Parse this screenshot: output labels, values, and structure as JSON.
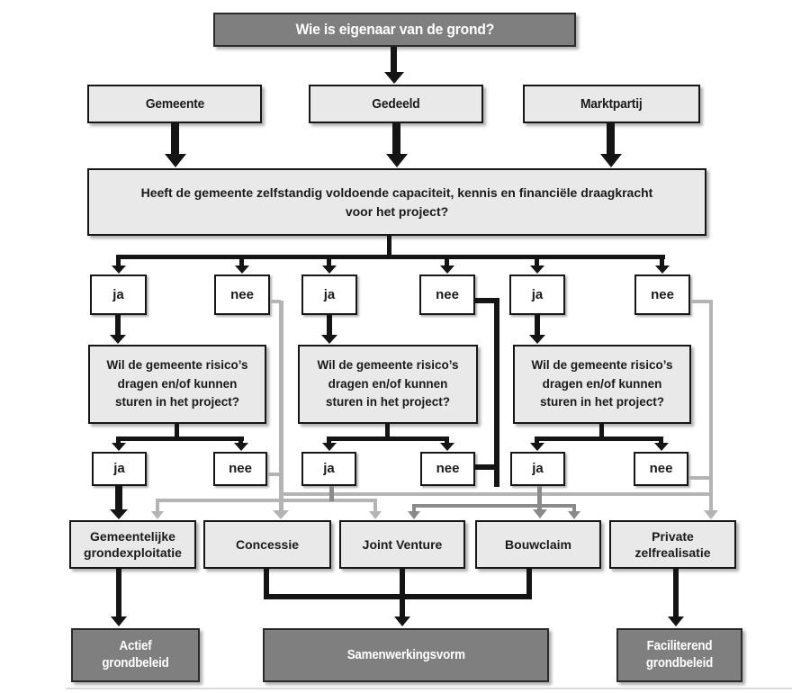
{
  "diagram": {
    "title": "Wie is eigenaar van de grond?",
    "owners": [
      "Gemeente",
      "Gedeeld",
      "Marktpartij"
    ],
    "capacity_question_lines": [
      "Heeft de gemeente zelfstandig voldoende capaciteit, kennis en financiële draagkracht",
      "voor het project?"
    ],
    "risk_question_lines": [
      "Wil de gemeente risico’s",
      "dragen en/of kunnen",
      "sturen in het project?"
    ],
    "answers_row1": [
      "ja",
      "nee",
      "ja",
      "nee",
      "ja",
      "nee"
    ],
    "answers_row2": [
      "ja",
      "nee",
      "ja",
      "nee",
      "ja",
      "nee"
    ],
    "outcomes": [
      "Gemeentelijke grondexploitatie",
      "Concessie",
      "Joint Venture",
      "Bouwclaim",
      "Private zelfrealisatie"
    ],
    "finals": [
      "Actief grondbeleid",
      "Samenwerkingsvorm",
      "Faciliterend grondbeleid"
    ],
    "colors": {
      "dark_box": "#7f7f7f",
      "light_box": "#e9e9e9",
      "answer_box": "#ffffff",
      "black_line": "#141414",
      "light_gray_line": "#b4b4b4",
      "mid_gray_line": "#8a8a8a"
    }
  }
}
